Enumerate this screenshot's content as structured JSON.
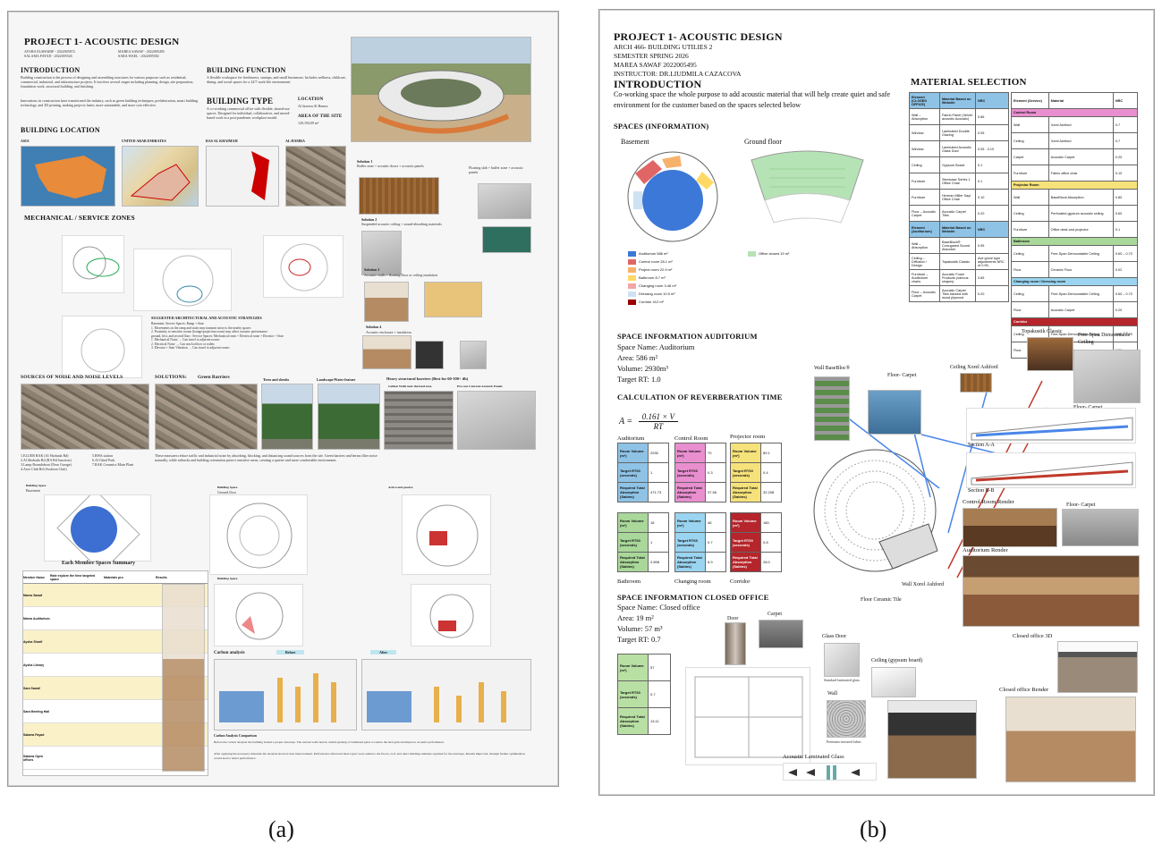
{
  "captions": {
    "a": "(a)",
    "b": "(b)"
  },
  "poster_a": {
    "title": "PROJECT 1- ACOUSTIC DESIGN",
    "authors": [
      "AYSHA ELSHARIF - 2022005874",
      "MAREA SAWAF - 2022005495",
      "SALAMA FAYAD - 2022005526",
      "SARA WAEL - 2022005582"
    ],
    "intro_heading": "INTRODUCTION",
    "intro_text": "Building construction is the process of designing and assembling structures for various purposes such as residential, commercial, industrial, and infrastructure projects. It involves several stages including planning, design, site preparation, foundation work, structural building, and finishing.",
    "intro_text2": "Innovations in construction have transformed the industry, such as green building techniques, prefabrication, smart building technology, and 3D printing, making projects faster, more sustainable, and more cost-effective.",
    "building_function_heading": "BUILDING FUNCTION",
    "building_function_text": "A flexible workspace for freelancers, startups, and small businesses. Includes wellness, childcare, dining, and social spaces for a 24/7 work-life environment.",
    "building_type_heading": "BUILDING TYPE",
    "building_type_text": "A co-working commercial office with flexible, shared-use spaces. Designed for individual, collaborative, and mixed-based work in a post-pandemic workplace model.",
    "location_heading": "LOCATION",
    "location_value": "Al Jazeera Al Hamra",
    "area_heading": "AREA OF THE SITE",
    "area_value": "120,194.09 m²",
    "building_location_heading": "BUILDING LOCATION",
    "location_maps": [
      "ASIA",
      "UNITED ARAB EMIRATES",
      "RAS AL KHAIMAH",
      "AL HAMRA"
    ],
    "mechanical_heading": "MECHANICAL / SERVICE ZONES",
    "solutions": [
      "Solution 1",
      "Solution 2",
      "Solution 3",
      "Solution 4"
    ],
    "solution_texts": [
      "Buffer zone + acoustic doors + acoustic panels",
      "Suspended acoustic ceiling + sound-absorbing materials",
      "Acoustic walls + floating floor or ceiling insulation",
      "Acoustic enclosure + insulation"
    ],
    "solution_extra": "Floating slab + buffer zone + acoustic panels",
    "strategies_heading": "SUGGESTED ARCHITECTURAL AND ACOUSTIC STRATEGIES",
    "strategies_lines": [
      "Basement: Service Spaces: Ramp + Stair",
      "1. Movements on the ramp and stairs may transmit noise to the nearby spaces",
      "2. Proximity to sensitive rooms (lounge/projection room) may affect acoustic performance",
      "ground, first, and second floor : Service Spaces: Mechanical room + Electrical room + Elevator + Stair",
      "1. Mechanical Noise → Can travel to adjacent rooms",
      "2. Electrical Noise → Can reach offices or toilets",
      "3. Elevator + Stair Vibration → Can travel to adjacent rooms"
    ],
    "noise_heading": "SOURCES OF NOISE AND NOISE LEVELS",
    "solutions_heading": "SOLUTIONS:",
    "green_barriers": "Green Barriers",
    "trees_label": "Trees and shrubs",
    "landscape_label": "Landscape/Water feature",
    "heavy_label": "Heavy structural barriers (Best for 60-100+ db)",
    "gabion_label": "Gabion Walls near the loud area",
    "precast_label": "Pre-cast Concrete Acoustic Panels",
    "noise_sources": [
      "1.ELUER RAK (Al Shohada Rd)",
      "2.Al Shohada Rd (RA Rd Junction)",
      "3.Lamp Roundabout (Near Garage)",
      "4.Aero Club Rd (Aviation Club)",
      "5.RWA station",
      "6.Al Ghail Park",
      "7.RAK Ceramics Main Plant"
    ],
    "barrier_text": "These measures reduce traffic and industrial noise by absorbing, blocking, and distancing sound sources from the site. Green barriers and berms filter noise naturally, while setbacks and building orientation protect sensitive areas, creating a quieter and more comfortable environment.",
    "building_space_basement": "Building Space",
    "basement_sub": "Basement",
    "building_space_ground": "Building Space",
    "ground_sub": "Ground floor",
    "active_passive": "Active and passive",
    "summary_heading": "Each Member Spaces Summary",
    "summary_columns": [
      "Member Name",
      "Rate explore the time targeted space",
      "Materials pro",
      "Results"
    ],
    "summary_members": [
      "Marea Sawaf",
      "Marea Auditorium",
      "Aysha Sharif",
      "Aysha Library",
      "Sara Sawaf",
      "Sara Meeting Hall",
      "Salama Fayad",
      "Salama Open offices"
    ],
    "carbon_heading": "Carbon analysis",
    "carbon_before": "Before",
    "carbon_after": "After",
    "carbon_caption": "Carbon Analysis Comparison",
    "carbon_text": "Before the carbon analysis the building lacked a proper envelope. The curtain walls had no double glazing or laminated glass to reduce the heat gain and improve acoustic performance.",
    "carbon_text2": "After applying the necessary materials the analysis showed clear improvement. Performance afterward most layers were added to the floors, roof, and other building elements required for the envelope. Results improved, through further optimization would lead to better performance."
  },
  "poster_b": {
    "title": "PROJECT 1- ACOUSTIC DESIGN",
    "meta": [
      "ARCH 466- BUILDING UTILIES 2",
      "SEMESTER SPRING 2026",
      "MAREA SAWAF 2022005495",
      "INSTRUCTOR: DR.LIUDMILA CAZACOVA"
    ],
    "intro_heading": "INTRODUCTION",
    "intro_text": "Co-working space the whole purpose to add acoustic material that will help create quiet and safe environment for the customer based on the spaces selected below",
    "spaces_heading": "SPACES (INFORMATION)",
    "basement_label": "Basement",
    "ground_label": "Ground floor",
    "basement_legend": [
      {
        "label": "Auditorium 586 m²",
        "color": "#3c78d8"
      },
      {
        "label": "Control room 28.1 m²",
        "color": "#e06666"
      },
      {
        "label": "Project room 22.9 m²",
        "color": "#f6b26b"
      },
      {
        "label": "Bathroom 8.7 m²",
        "color": "#ffd966"
      },
      {
        "label": "Changing room 3.46 m²",
        "color": "#f4a6a6"
      },
      {
        "label": "Dressing room 10.5 m²",
        "color": "#cfe2f3"
      },
      {
        "label": "Corridor 412 m²",
        "color": "#990000"
      }
    ],
    "ground_legend": [
      {
        "label": "Office closed 19 m²",
        "color": "#b6e3b6"
      }
    ],
    "material_heading": "MATERIAL SELECTION",
    "material_table_left": {
      "header": [
        "Element (CLOSED OFFICE)",
        "Material Based on Website",
        "NRC"
      ],
      "rows": [
        [
          "Wall – Absorption",
          "Fabric Panel (Velvet acoustic Acoustic)",
          "0.86"
        ],
        [
          "Window",
          "Laminated Double Glazing",
          "0.05"
        ],
        [
          "Window",
          "Laminated Acoustic Glass Door",
          "0.05 - 0.10"
        ],
        [
          "Ceiling",
          "Gypsum Board",
          "0.1"
        ],
        [
          "Furniture",
          "Steelcase Series 1 Office Chair",
          "0.1"
        ],
        [
          "Furniture",
          "Herman Miller Sayl Office Chair",
          "0.10"
        ],
        [
          "Floor – Acoustic Carpet",
          "Acoustic Carpet Tiles",
          "0.20"
        ]
      ],
      "header2": [
        "Element (Auditorium)",
        "Material Based on Website",
        "NRC"
      ],
      "rows2": [
        [
          "Wall – Absorption",
          "BaseBlock® Corrugated Sound Absorber",
          "0.95"
        ],
        [
          "Ceiling – Diffusion / Design",
          "Topakustik Classic",
          "Ave grove type adjustments NRC of 0.95,"
        ],
        [
          "Furniture – Auditorium chairs",
          "Acoustic Foam Products (various shapes)",
          "0.65"
        ],
        [
          "Floor – Acoustic Carpet",
          "Acoustic Carpet Tiles backed with wood plywood",
          "0.20"
        ]
      ]
    },
    "material_table_right": {
      "header": [
        "Element (Service)",
        "Material",
        "NRC"
      ],
      "sections": [
        {
          "title": "Control Room",
          "cls": "cp",
          "rows": [
            [
              "Wall",
              "Xorel Ashford",
              "0.7"
            ],
            [
              "Ceiling",
              "Xorel Ashford",
              "0.7"
            ],
            [
              "Carpet",
              "Acoustic Carpet",
              "0.20"
            ],
            [
              "Furniture",
              "Fabric office chair",
              "0.10"
            ]
          ]
        },
        {
          "title": "Projector Room",
          "cls": "cy",
          "rows": [
            [
              "Wall",
              "BaseBlock Absorption",
              "0.80"
            ],
            [
              "Ceiling",
              "Perforated gypsum acoustic ceiling",
              "0.60"
            ],
            [
              "Furniture",
              "Office desk and projector",
              "0.1"
            ]
          ]
        },
        {
          "title": "Bathroom",
          "cls": "cgr",
          "rows": [
            [
              "Ceiling",
              "Free-Span Demountable Ceiling",
              "0.60 – 0.70"
            ],
            [
              "Floor",
              "Ceramic Floor",
              "0.02"
            ]
          ]
        },
        {
          "title": "Changing room / Dressing room",
          "cls": "cl",
          "rows": [
            [
              "Ceiling",
              "Free-Span Demountable Ceiling",
              "0.60 – 0.70"
            ],
            [
              "Floor",
              "Acoustic Carpet",
              "0.20"
            ]
          ]
        },
        {
          "title": "Corridor",
          "cls": "cr",
          "rows": [
            [
              "Ceiling",
              "Free-Span Demountable Ceiling",
              "0.60 – 0.70"
            ],
            [
              "Floor",
              "Acoustic Carpet",
              "0.20"
            ]
          ]
        }
      ]
    },
    "auditorium_heading": "SPACE INFORMATION AUDITORIUM",
    "auditorium_lines": [
      "Space Name: Auditorium",
      "Area: 586 m²",
      "Volume: 2930m³",
      "Target RT: 1.0"
    ],
    "rt_heading": "CALCULATION OF REVERBERATION TIME",
    "rt_formula_lhs": "A =",
    "rt_formula_num": "0.161 × V",
    "rt_formula_den": "RT",
    "rt_groups": [
      {
        "title": "Auditorium",
        "cls": "cb",
        "rows": [
          [
            "Room Volume (m³)",
            "2930"
          ],
          [
            "Target RT60 (seconds)",
            "1"
          ],
          [
            "Required Total Absorption (Sabins)",
            "471.73"
          ]
        ]
      },
      {
        "title": "Control Room",
        "cls": "cp",
        "rows": [
          [
            "Room Volume (m³)",
            "70"
          ],
          [
            "Target RT60 (seconds)",
            "0.3"
          ],
          [
            "Required Total Absorption (Sabins)",
            "37.56"
          ]
        ]
      },
      {
        "title": "Projector room",
        "cls": "cy",
        "rows": [
          [
            "Room Volume (m³)",
            "89.1"
          ],
          [
            "Target RT60 (seconds)",
            "0.4"
          ],
          [
            "Required Total Absorption (Sabins)",
            "32.208"
          ]
        ]
      },
      {
        "title": "Bathroom",
        "cls": "cgr",
        "rows": [
          [
            "Room Volume (m³)",
            "18"
          ],
          [
            "Target RT60 (seconds)",
            "1"
          ],
          [
            "Required Total Absorption (Sabins)",
            "2.898"
          ]
        ]
      },
      {
        "title": "Changing room",
        "cls": "cl",
        "rows": [
          [
            "Room Volume (m³)",
            "46"
          ],
          [
            "Target RT60 (seconds)",
            "0.7"
          ],
          [
            "Required Total Absorption (Sabins)",
            "6.9"
          ]
        ]
      },
      {
        "title": "Corridor",
        "cls": "cr",
        "rows": [
          [
            "Room Volume (m³)",
            "180"
          ],
          [
            "Target RT60 (seconds)",
            "0.8"
          ],
          [
            "Required Total Absorption (Sabins)",
            "28.0"
          ]
        ]
      }
    ],
    "closed_heading": "SPACE INFORMATION CLOSED OFFICE",
    "closed_lines": [
      "Space Name: Closed office",
      "Area: 19 m²",
      "Volume: 57 m³",
      "Target RT: 0.7"
    ],
    "closed_table": [
      [
        "Room Volume (m³)",
        "57"
      ],
      [
        "Target RT60 (seconds)",
        "0.7"
      ],
      [
        "Required Total Absorption (Sabins)",
        "13.11"
      ]
    ],
    "labels": {
      "wall_baseblock": "Wall BaseBloc®",
      "floor_carpet": "Floor- Carpet",
      "ceiling_xorel": "Ceiling Xorel Ashford",
      "topakustik": "Topakustik Classic",
      "freespan": "Free-Span Demountable Ceiling",
      "floor_carpet2": "Floor- Carpet",
      "section_aa": "Section A-A",
      "section_bb": "Section B-B",
      "control_render": "Control Room Render",
      "floor_carpet3": "Floor- Carpet",
      "auditorium_render": "Auditorium Render",
      "wall_xorel": "Wall Xorel Ashford",
      "floor_ceramic": "Floor Ceramic Tile",
      "door": "Door",
      "carpet": "Carpet",
      "glass_door": "Glass Door",
      "standard_glass": "Standard laminated glass",
      "ceiling_gypsum": "Ceiling (gypsum board)",
      "wall": "Wall",
      "premium_fabric": "Premium textured fabric",
      "closed_3d": "Closed office 3D",
      "closed_render": "Closed office Render",
      "acoustic_glass": "Acoustic Laminated Glass"
    }
  }
}
